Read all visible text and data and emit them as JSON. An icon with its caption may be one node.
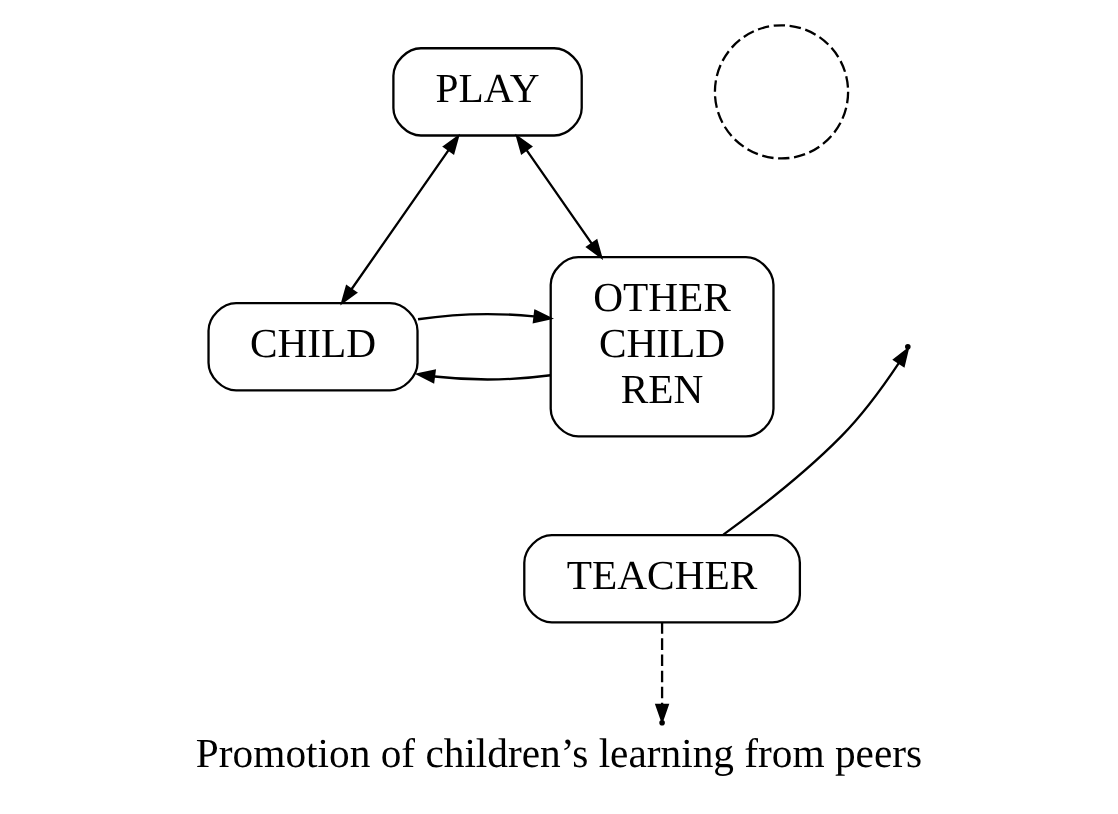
{
  "diagram": {
    "caption": "Promotion of children’s learning from peers",
    "nodes": [
      {
        "text": [
          "PLAY"
        ]
      },
      {
        "text": [
          "CHILD"
        ]
      },
      {
        "text": [
          "OTHER CHILD REN"
        ]
      },
      {
        "text": [
          "TEACHER"
        ]
      },
      {
        "text": [],
        "shape": "circle"
      }
    ],
    "edges": [
      {
        "from": 0,
        "to": 1,
        "arrow": "both"
      },
      {
        "from": 0,
        "to": 2,
        "arrow": "both"
      },
      {
        "from": 2,
        "to": 1,
        "arrow": "to"
      },
      {
        "from": 1,
        "to": 2,
        "arrow": "to"
      },
      {
        "from": 3,
        "to": null,
        "arrow": "to"
      },
      {
        "from": 3,
        "to": null,
        "arrow": "to",
        "style": "dashed"
      }
    ]
  }
}
